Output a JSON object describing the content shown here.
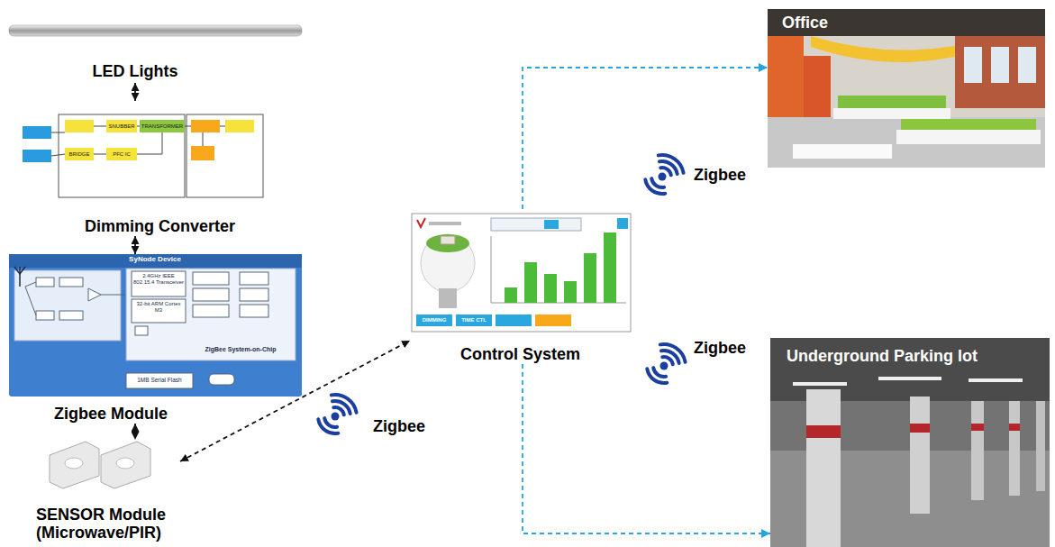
{
  "diagram": {
    "nodes": [
      {
        "text": [
          "LED Lights"
        ]
      },
      {
        "text": [
          "Dimming Converter"
        ]
      },
      {
        "text": [
          "Zigbee Module"
        ]
      },
      {
        "text": [
          "SENSOR Module (Microwave/PIR)"
        ]
      },
      {
        "text": [
          "Control System"
        ]
      },
      {
        "text": [
          "Office"
        ]
      },
      {
        "text": [
          "Underground Parking lot"
        ]
      }
    ],
    "edges": [
      {
        "from": 0,
        "to": 1,
        "arrow": "both"
      },
      {
        "from": 1,
        "to": 2,
        "arrow": "both"
      },
      {
        "from": 2,
        "to": 3,
        "arrow": "both"
      },
      {
        "from": 3,
        "to": 4,
        "label": "Zigbee",
        "arrow": "both"
      },
      {
        "from": 4,
        "to": 5,
        "label": "Zigbee",
        "arrow": "to"
      },
      {
        "from": 4,
        "to": 6,
        "label": "Zigbee",
        "arrow": "to"
      }
    ],
    "labels": [
      "SyNode Device",
      "2.4GHz IEEE 802.15.4 Transceiver",
      "32-bit ARM Cortex M3",
      "ZigBee System-on-Chip",
      "1MB Serial Flash",
      "TRANSFORMER",
      "SNUBBER",
      "BRIDGE",
      "PFC IC",
      "DIMMING",
      "TIME CTL"
    ]
  }
}
